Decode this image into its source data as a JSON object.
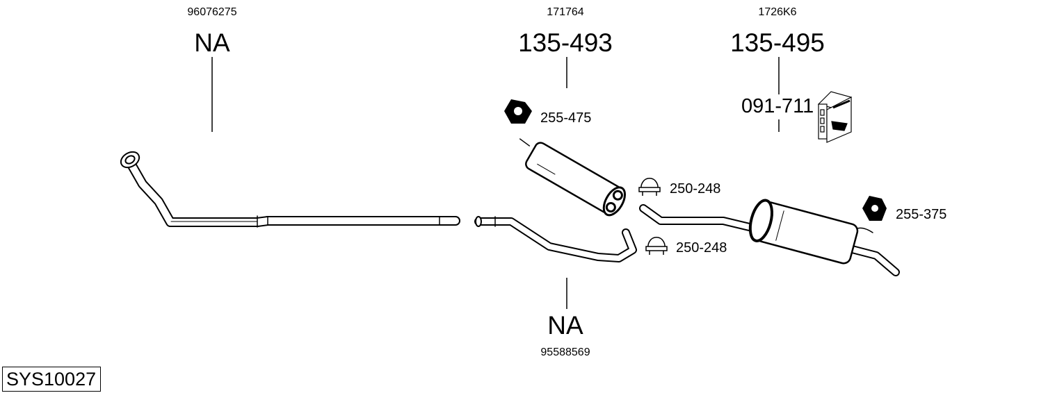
{
  "groups": [
    {
      "oe_number": "96076275",
      "part_number": "NA"
    },
    {
      "oe_number": "171764",
      "part_number": "135-493"
    },
    {
      "oe_number": "1726K6",
      "part_number": "135-495",
      "kit_number": "091-711"
    },
    {
      "oe_number": "95588569",
      "part_number": "NA"
    }
  ],
  "accessories": [
    {
      "icon": "gasket-icon",
      "part_number": "255-475"
    },
    {
      "icon": "clamp-icon",
      "part_number": "250-248"
    },
    {
      "icon": "clamp-icon",
      "part_number": "250-248"
    },
    {
      "icon": "gasket-icon",
      "part_number": "255-375"
    }
  ],
  "system_id": "SYS10027"
}
